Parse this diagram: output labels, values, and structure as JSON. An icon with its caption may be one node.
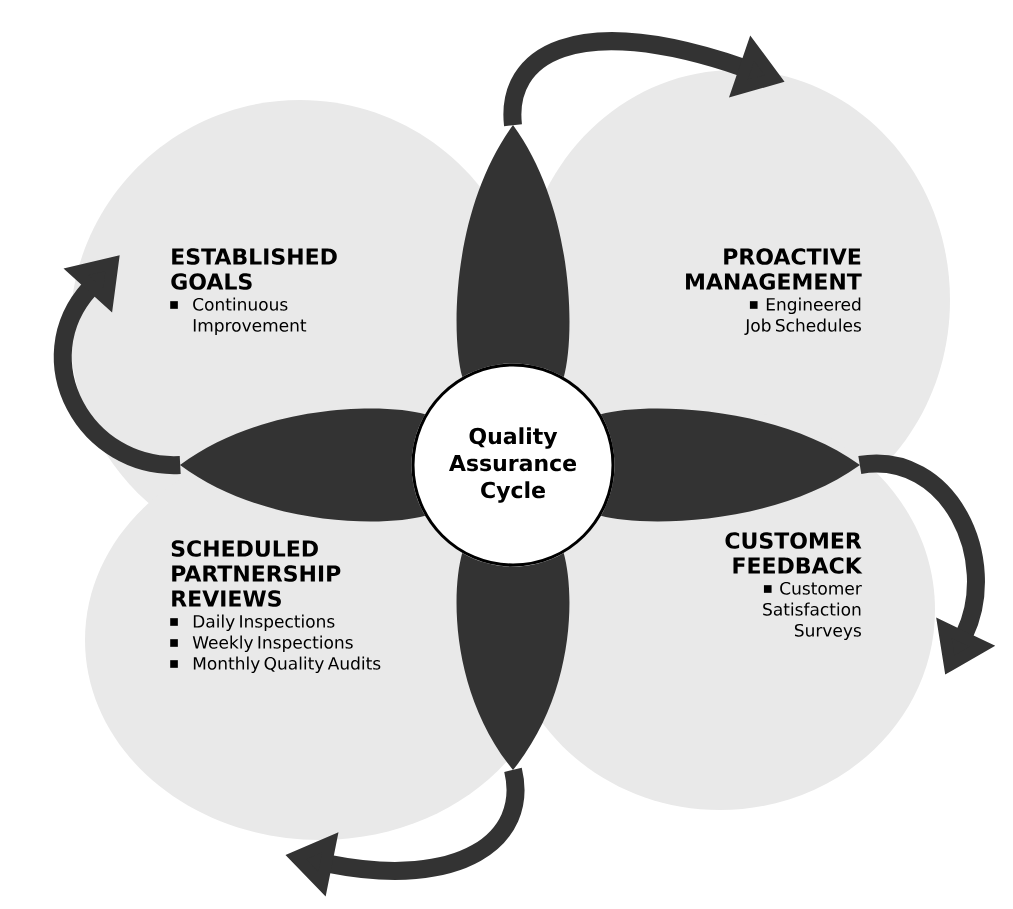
{
  "diagram": {
    "nodes": [
      {
        "text": [
          "Quality Assurance Cycle"
        ]
      },
      {
        "text": [
          "ESTABLISHED GOALS",
          "Continuous Improvement"
        ]
      },
      {
        "text": [
          "PROACTIVE MANAGEMENT",
          "Engineered Job Schedules"
        ]
      },
      {
        "text": [
          "SCHEDULED PARTNERSHIP REVIEWS",
          "Daily Inspections",
          "Weekly Inspections",
          "Monthly Quality Audits"
        ]
      },
      {
        "text": [
          "CUSTOMER FEEDBACK",
          "Customer Satisfaction Surveys"
        ]
      },
      {
        "text": [],
        "shape": "leaf"
      },
      {
        "text": [],
        "shape": "leaf"
      },
      {
        "text": [],
        "shape": "leaf"
      },
      {
        "text": [],
        "shape": "leaf"
      }
    ],
    "edges": [
      {
        "from": 5,
        "to": null,
        "arrow": "to"
      },
      {
        "from": 7,
        "to": null,
        "arrow": "to"
      },
      {
        "from": 6,
        "to": null,
        "arrow": "to"
      },
      {
        "from": 8,
        "to": null,
        "arrow": "to"
      }
    ]
  }
}
